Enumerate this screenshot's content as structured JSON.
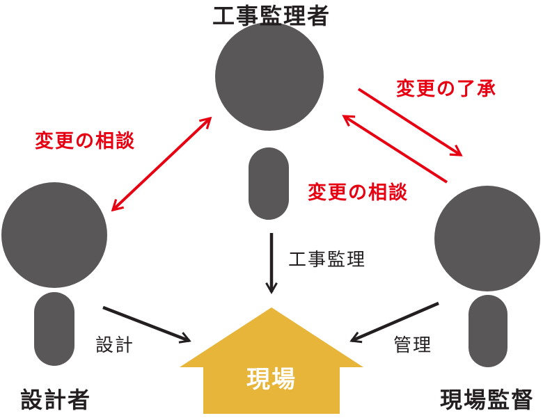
{
  "colors": {
    "person": "#595757",
    "red": "#e60012",
    "black": "#231f20",
    "house": "#e6b53a"
  },
  "roles": {
    "supervisor": "工事監理者",
    "designer": "設計者",
    "site_manager": "現場監督"
  },
  "site": {
    "label": "現場"
  },
  "flows": {
    "design": "設計",
    "supervision": "工事監理",
    "management": "管理"
  },
  "communications": {
    "left_consultation": "変更の相談",
    "approval": "変更の了承",
    "right_consultation": "変更の相談"
  }
}
